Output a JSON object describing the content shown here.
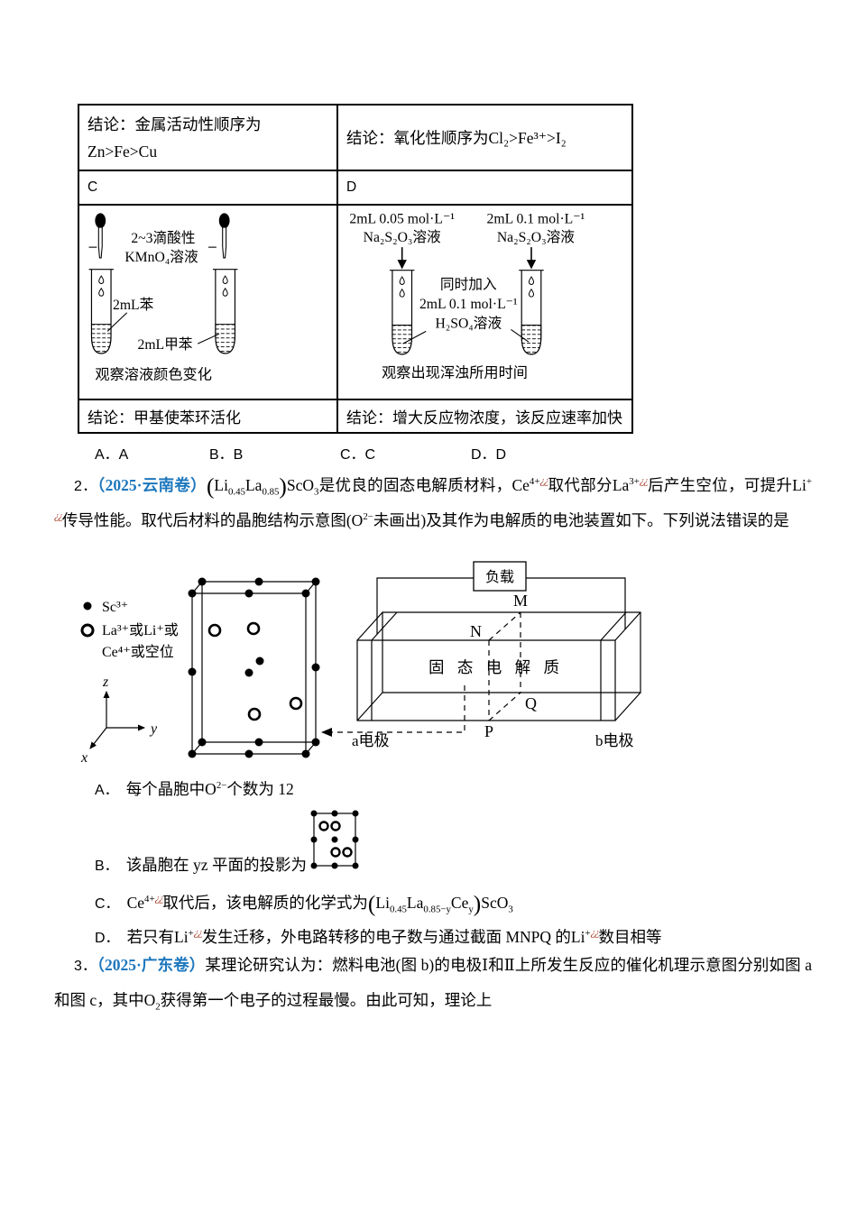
{
  "page": {
    "background": "#ffffff",
    "text_color": "#000000",
    "accent_blue": "#1D77BD",
    "artifact_red": "#A8432F"
  },
  "table": {
    "row_conclusion_top": {
      "left_line1": "结论：金属活动性顺序为",
      "left_line2": "Zn>Fe>Cu",
      "right": "结论：氧化性顺序为Cl₂>Fe³⁺>I₂"
    },
    "row_labels": {
      "left": "C",
      "right": "D"
    },
    "cell_c": {
      "dropper_label_line1": "2~3滴酸性",
      "dropper_label_line2": "KMnO₄溶液",
      "tube1_label": "2mL苯",
      "tube2_label": "2mL甲苯",
      "caption": "观察溶液颜色变化"
    },
    "cell_d": {
      "tube1_header_line1": "2mL 0.05 mol·L⁻¹",
      "tube1_header_line2": "Na₂S₂O₃溶液",
      "tube2_header_line1": "2mL 0.1 mol·L⁻¹",
      "tube2_header_line2": "Na₂S₂O₃溶液",
      "middle_line1": "同时加入",
      "middle_line2": "2mL 0.1 mol·L⁻¹",
      "middle_line3": "H₂SO₄溶液",
      "caption": "观察出现浑浊所用时间"
    },
    "row_conclusion_bottom": {
      "left": "结论：甲基使苯环活化",
      "right": "结论：增大反应物浓度，该反应速率加快"
    }
  },
  "q1_answers": {
    "a": "A．A",
    "b": "B．B",
    "c": "C．C",
    "d": "D．D"
  },
  "q2": {
    "number": "2．",
    "source": "（2025·云南卷）",
    "body": "⟮Li«0.45»La«0.85»⟯ScO«3»是优良的固态电解质材料，Ce‹4+›⟨¿¿⟩取代部分La‹3+›⟨¿¿⟩后产生空位，可提升Li‹+›⟨¿¿⟩传导性能。取代后材料的晶胞结构示意图(O‹2−›未画出)及其作为电解质的电池装置如下。下列说法错误的是",
    "legend": {
      "filled": "Sc³⁺",
      "open_line1": "La³⁺或Li⁺或",
      "open_line2": "Ce⁴⁺或空位"
    },
    "axes": {
      "x": "x",
      "y": "y",
      "z": "z"
    },
    "battery": {
      "load": "负载",
      "m": "M",
      "n": "N",
      "p": "P",
      "q": "Q",
      "electrolyte": "固 态 电 解 质",
      "a_electrode": "a电极",
      "b_electrode": "b电极"
    },
    "options": {
      "a_label": "A．",
      "a_text": "每个晶胞中O‹2−›个数为 12",
      "b_label": "B．",
      "b_text": "该晶胞在 yz 平面的投影为",
      "c_label": "C．",
      "c_text": "Ce‹4+›⟨¿¿⟩取代后，该电解质的化学式为⟮Li«0.45»La«0.85−y»Ce«y»⟯ScO«3»",
      "d_label": "D．",
      "d_text": "若只有Li‹+›⟨¿¿⟩发生迁移，外电路转移的电子数与通过截面 MNPQ 的Li‹+›⟨¿¿⟩数目相等"
    }
  },
  "q3": {
    "number": "3．",
    "source": "（2025·广东卷）",
    "body": "某理论研究认为：燃料电池(图 b)的电极Ⅰ和Ⅱ上所发生反应的催化机理示意图分别如图 a 和图 c，其中O«2»获得第一个电子的过程最慢。由此可知，理论上"
  }
}
